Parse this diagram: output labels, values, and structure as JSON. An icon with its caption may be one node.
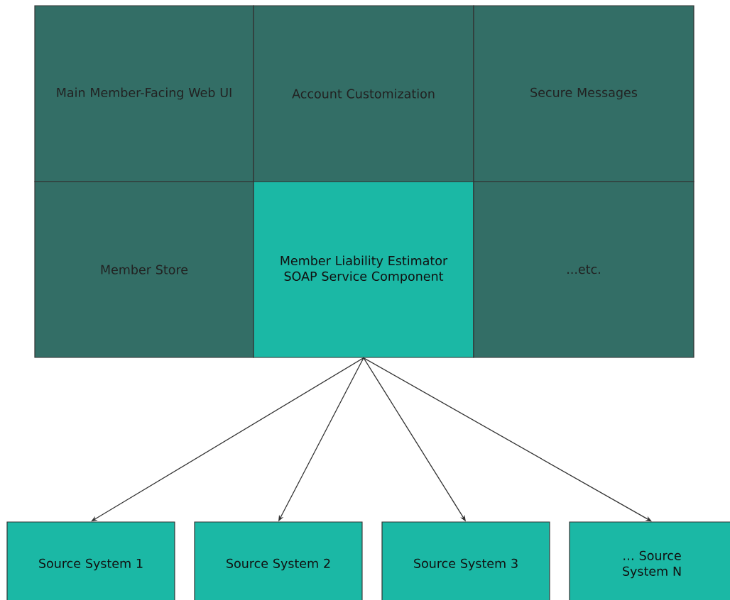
{
  "diagram": {
    "nodes": [
      {
        "text": [
          "Main Member-Facing Web UI"
        ]
      },
      {
        "text": [
          "Account Customization"
        ]
      },
      {
        "text": [
          "Secure Messages"
        ]
      },
      {
        "text": [
          "Member Store"
        ]
      },
      {
        "text": [
          "Member Liability Estimator SOAP Service Component"
        ]
      },
      {
        "text": [
          "...etc."
        ]
      },
      {
        "text": [
          "Source System 1"
        ]
      },
      {
        "text": [
          "Source System 2"
        ]
      },
      {
        "text": [
          "Source System 3"
        ]
      },
      {
        "text": [
          "… Source System N"
        ]
      }
    ],
    "edges": [
      {
        "from": 4,
        "to": 6,
        "arrow": "to"
      },
      {
        "from": 4,
        "to": 7,
        "arrow": "to"
      },
      {
        "from": 4,
        "to": 8,
        "arrow": "to"
      },
      {
        "from": 4,
        "to": 9,
        "arrow": "to"
      }
    ]
  }
}
